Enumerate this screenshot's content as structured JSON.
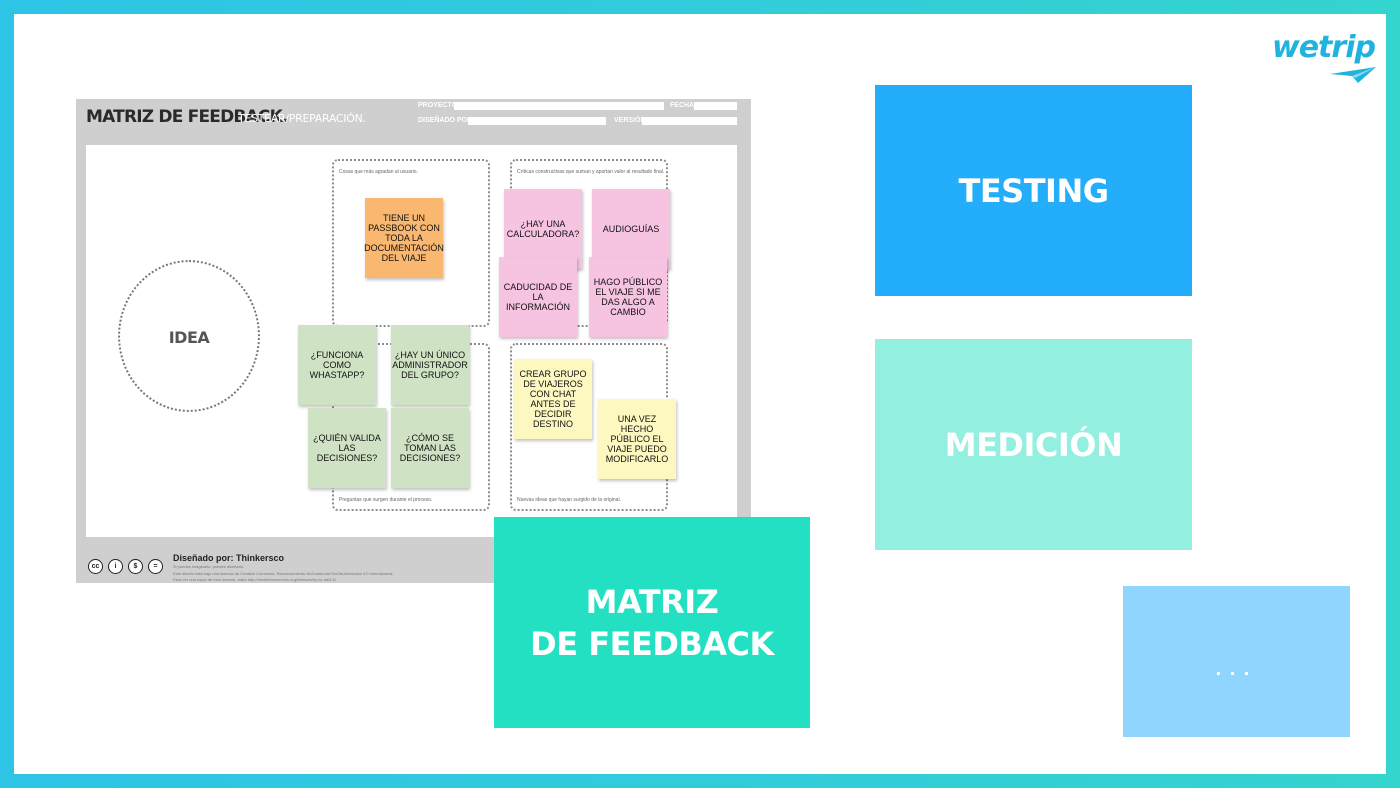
{
  "logo": {
    "text": "wetrip"
  },
  "matrix": {
    "title": "MATRIZ DE FEEDBACK.",
    "subtitle": "TESTEAR/PREPARACIÓN.",
    "fields": {
      "proyecto": "PROYECTO",
      "fecha": "FECHA",
      "disenado_por": "DISEÑADO POR",
      "version": "VERSIÓN"
    },
    "idea_label": "IDEA",
    "quadrant_notes": {
      "top_left": "Cosas que más agradan al usuario.",
      "top_right": "Críticas constructivas que suman y aportan valor al resultado final.",
      "bottom_left": "Preguntas que surgen durante el proceso.",
      "bottom_right": "Nuevas ideas que hayan surgido de la original."
    },
    "stickies": {
      "passbook": "TIENE UN PASSBOOK CON TODA LA DOCUMENTACIÓN DEL VIAJE",
      "calculadora": "¿HAY UNA CALCULADORA?",
      "audioguias": "AUDIOGUÍAS",
      "caducidad": "CADUCIDAD DE LA INFORMACIÓN",
      "hago_publico": "HAGO PÚBLICO EL VIAJE SI ME DAS ALGO A CAMBIO",
      "whatsapp": "¿FUNCIONA COMO WHASTAPP?",
      "administrador": "¿HAY UN ÚNICO ADMINISTRADOR DEL GRUPO?",
      "quien_valida": "¿QUIÉN VALIDA LAS DECISIONES?",
      "como_toman": "¿CÓMO SE TOMAN LAS DECISIONES?",
      "crear_grupo": "CREAR GRUPO DE VIAJEROS CON CHAT ANTES DE DECIDIR DESTINO",
      "una_vez": "UNA VEZ HECHO PÚBLICO EL VIAJE PUEDO MODIFICARLO"
    },
    "footer": {
      "credit": "Diseñado por: Thinkersco",
      "line1": "Si puedes imaginarlo, puedes diseñarlo.",
      "line2": "Este diseño está bajo una licencia de Creative Commons. Reconocimiento-NoComercial-SinObraDerivada 4.0 Internacional.",
      "line3": "Para ver una copia de esta licencia, visita http://creativecommons.org/licenses/by-nc-nd/4.0/"
    }
  },
  "tiles": {
    "testing": "TESTING",
    "medicion": "MEDICIÓN",
    "matriz_line1": "MATRIZ",
    "matriz_line2": "DE FEEDBACK",
    "more": "..."
  }
}
